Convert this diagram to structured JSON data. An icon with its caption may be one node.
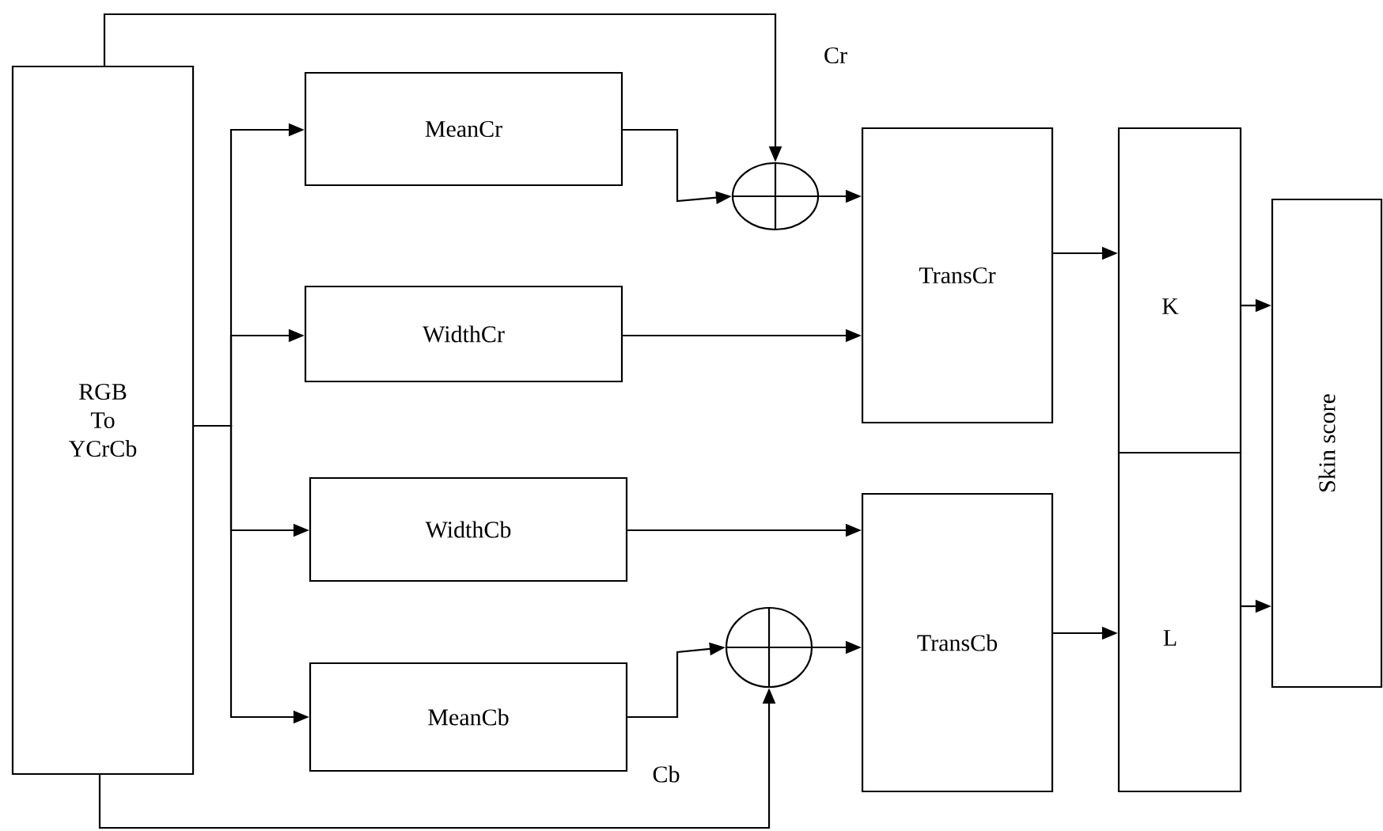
{
  "diagram": {
    "nodes": [
      {
        "text": [
          "RGB To YCrCb"
        ]
      },
      {
        "text": [
          "MeanCr"
        ]
      },
      {
        "text": [
          "WidthCr"
        ]
      },
      {
        "text": [
          "WidthCb"
        ]
      },
      {
        "text": [
          "MeanCb"
        ]
      },
      {
        "text": [],
        "shape": "circle"
      },
      {
        "text": [],
        "shape": "circle"
      },
      {
        "text": [
          "TransCr"
        ]
      },
      {
        "text": [
          "TransCb"
        ]
      },
      {
        "text": [
          "K"
        ]
      },
      {
        "text": [
          "L"
        ]
      },
      {
        "text": [
          "Skin score"
        ]
      }
    ],
    "edges": [
      {
        "from": 0,
        "to": 1,
        "arrow": "to"
      },
      {
        "from": 0,
        "to": 2,
        "arrow": "to"
      },
      {
        "from": 0,
        "to": 3,
        "arrow": "to"
      },
      {
        "from": 0,
        "to": 4,
        "arrow": "to"
      },
      {
        "from": 0,
        "to": 5,
        "arrow": "to",
        "label": "Cr"
      },
      {
        "from": 1,
        "to": 5,
        "arrow": "to"
      },
      {
        "from": 2,
        "to": 7,
        "arrow": "to"
      },
      {
        "from": 3,
        "to": 8,
        "arrow": "to"
      },
      {
        "from": 4,
        "to": 6,
        "arrow": "to"
      },
      {
        "from": 0,
        "to": 6,
        "arrow": "to",
        "label": "Cb"
      },
      {
        "from": 5,
        "to": 7,
        "arrow": "to"
      },
      {
        "from": 6,
        "to": 8,
        "arrow": "to"
      },
      {
        "from": 7,
        "to": 9,
        "arrow": "to"
      },
      {
        "from": 8,
        "to": 10,
        "arrow": "to"
      },
      {
        "from": 9,
        "to": 11,
        "arrow": "to"
      },
      {
        "from": 10,
        "to": 11,
        "arrow": "to"
      }
    ]
  }
}
